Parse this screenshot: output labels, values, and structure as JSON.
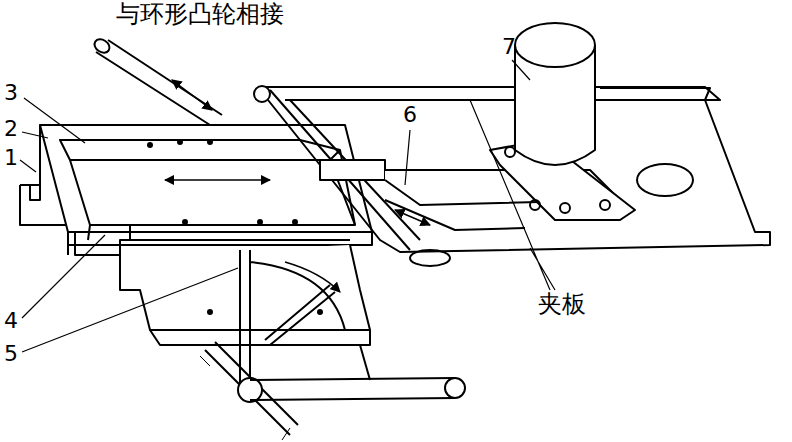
{
  "diagram": {
    "labels": [
      "与环形凸轮相接",
      "3",
      "2",
      "1",
      "4",
      "5",
      "6",
      "7",
      "夹板"
    ]
  }
}
